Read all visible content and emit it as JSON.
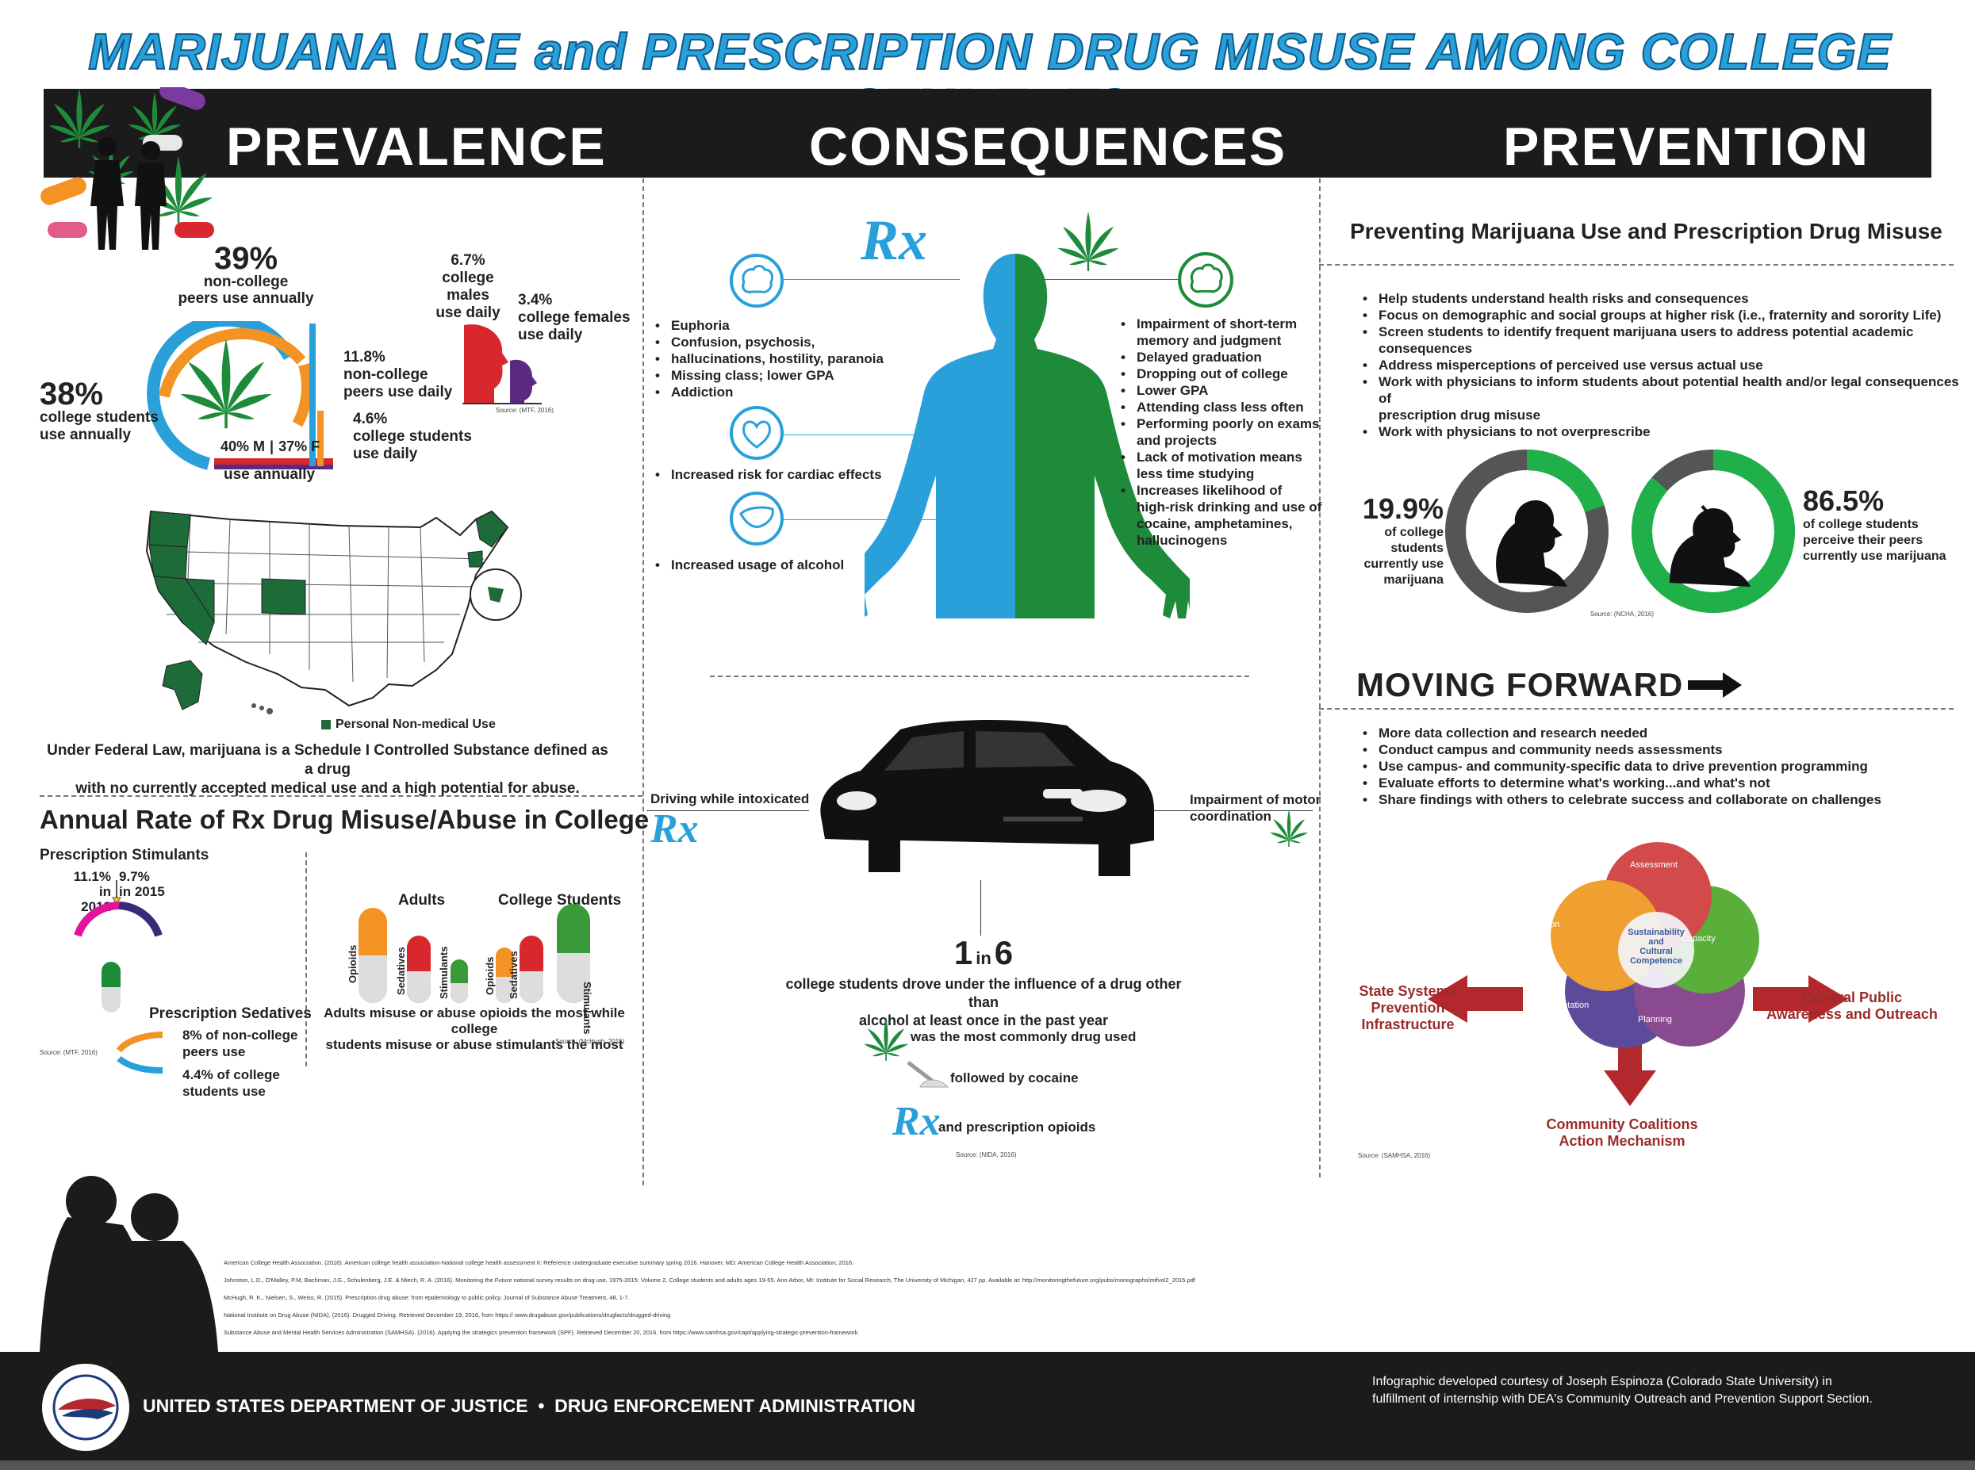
{
  "title": "MARIJUANA USE and PRESCRIPTION DRUG MISUSE AMONG COLLEGE STUDENTS",
  "colors": {
    "blue": "#2aa0db",
    "green": "#1e8b3a",
    "dark": "#1b1b1b",
    "red": "#d8282e",
    "orange": "#f39323",
    "purple": "#5a2a82",
    "darkred": "#9b2b2b"
  },
  "sections": {
    "prevalence": "PREVALENCE",
    "consequences": "CONSEQUENCES",
    "prevention": "PREVENTION"
  },
  "prevalence": {
    "noncollege_annual_pct": "39%",
    "noncollege_annual_text1": "non-college",
    "noncollege_annual_text2": "peers use annually",
    "college_annual_pct": "38%",
    "college_annual_text1": "college students",
    "college_annual_text2": "use annually",
    "males_daily_pct": "6.7%",
    "males_daily_text1": "college males",
    "males_daily_text2": "use daily",
    "females_daily_pct": "3.4%",
    "females_daily_text1": "college females",
    "females_daily_text2": "use daily",
    "noncollege_daily_pct": "11.8%",
    "noncollege_daily_text1": "non-college",
    "noncollege_daily_text2": "peers use daily",
    "college_daily_pct": "4.6%",
    "college_daily_text1": "college students",
    "college_daily_text2": "use daily",
    "male_annual": "40% M",
    "female_annual": "37% F",
    "use_annually": "use annually",
    "source": "Source: (MTF, 2016)",
    "map_legend": "Personal Non-medical Use",
    "federal_law_line1": "Under Federal Law, marijuana is a Schedule I Controlled Substance defined as a drug",
    "federal_law_line2": "with no currently accepted medical use and a high potential for abuse."
  },
  "rx_rate": {
    "heading": "Annual Rate of Rx Drug Misuse/Abuse in College",
    "stimulants_label": "Prescription Stimulants",
    "stim_2012_pct": "11.1%",
    "stim_2012_year": "in 2012",
    "stim_2015_pct": "9.7%",
    "stim_2015_year": "in 2015",
    "sedatives_label": "Prescription Sedatives",
    "sed_noncollege": "8% of non-college",
    "sed_noncollege2": "peers use",
    "sed_college": "4.4% of college",
    "sed_college2": "students use",
    "source_mtf": "Source: (MTF, 2016)",
    "adults": "Adults",
    "college_students": "College Students",
    "opioids": "Opioids",
    "sedatives": "Sedatives",
    "stimulants": "Stimulants",
    "note_line1": "Adults misuse or abuse opioids the most while college",
    "note_line2": "students misuse or abuse stimulants the most",
    "source_mchugh": "Source: (McHugh, 2015)"
  },
  "consequences": {
    "rx_symbol": "Rx",
    "rx_effects": [
      "Euphoria",
      "Confusion, psychosis,",
      "hallucinations, hostility, paranoia",
      "Missing class; lower GPA",
      "Addiction"
    ],
    "cardiac": "Increased risk for cardiac effects",
    "alcohol": "Increased usage of alcohol",
    "mj_effects": [
      "Impairment of short-term",
      "memory and judgment",
      "Delayed graduation",
      "Dropping out of college",
      "Lower GPA",
      "Attending class less often",
      "Performing poorly on exams",
      "and projects",
      "Lack of motivation means",
      "less time studying",
      "Increases likelihood of",
      "high-risk drinking and use of",
      "cocaine, amphetamines,",
      "hallucinogens"
    ],
    "driving": "Driving while intoxicated",
    "motor1": "Impairment of motor",
    "motor2": "coordination",
    "one": "1",
    "in": "in",
    "six": "6",
    "drove_line1": "college students drove under the influence of a drug other than",
    "drove_line2": "alcohol at least once in the past year",
    "most_common": "was the most commonly drug used",
    "cocaine": "followed by cocaine",
    "opioids": "and prescription opioids",
    "source": "Source: (NIDA, 2016)"
  },
  "prevention": {
    "heading": "Preventing Marijuana Use and Prescription Drug Misuse",
    "bullets": [
      "Help students understand health risks and consequences",
      "Focus on demographic and social groups at higher risk (i.e., fraternity and sorority Life)",
      "Screen students to identify frequent marijuana users to address potential academic",
      "consequences",
      "Address misperceptions of perceived use versus actual use",
      "Work with physicians to inform students about potential health and/or legal consequences of",
      "prescription drug misuse",
      "Work with physicians to not overprescribe"
    ],
    "actual_pct": "19.9%",
    "actual_text1": "of college students",
    "actual_text2": "currently use",
    "actual_text3": "marijuana",
    "perceived_pct": "86.5%",
    "perceived_text1": "of college students",
    "perceived_text2": "perceive their peers",
    "perceived_text3": "currently use marijuana",
    "actual_value": 19.9,
    "perceived_value": 86.5,
    "source": "Source: (NCHA, 2016)",
    "moving_forward": "MOVING FORWARD",
    "mf_bullets": [
      "More data collection and research needed",
      "Conduct campus and community needs assessments",
      "Use campus- and community-specific data to drive prevention programming",
      "Evaluate efforts to determine what's working...and what's not",
      "Share findings with others to celebrate success and collaborate on challenges"
    ],
    "spf": {
      "assessment": "Assessment",
      "capacity": "Capacity",
      "planning": "Planning",
      "implementation": "Implementation",
      "evaluation": "Evaluation",
      "center1": "Sustainability",
      "center2": "and",
      "center3": "Cultural",
      "center4": "Competence"
    },
    "state1": "State Systems",
    "state2": "Prevention",
    "state3": "Infrastructure",
    "public1": "General Public",
    "public2": "Awareness and Outreach",
    "community1": "Community Coalitions",
    "community2": "Action Mechanism",
    "source_samhsa": "Source: (SAMHSA, 2016)"
  },
  "references": [
    "American College Health Association. (2016). American college health association-National college health assessment II: Reference undergraduate executive summary spring 2016. Hanover, MD: American College Health Association; 2016.",
    "Johnston, L.D., O'Malley, P.M, Bachman, J.G., Schulenberg, J.E. & Miech, R. A. (2016). Monitoring the Future national survey results on drug use, 1975-2015: Volume 2, College students and adults ages 19-55. Ann Arbor, MI: Institute for Social Research, The University of Michigan, 427 pp. Available at: http://monitoringthefuture.org/pubs/monographs/mtfvol2_2015.pdf",
    "McHugh, R. K., Nielsen, S., Weiss, R. (2015). Prescription drug abuse: from epidemiology to public policy. Journal of Substance Abuse Treatment, 48, 1-7.",
    "National Institute on Drug Abuse (NIDA). (2016). Drugged Driving. Retrieved December 19, 2016, from https:// www.drugabuse.gov/publications/drugfacts/drugged-driving",
    "Substance Abuse and Mental Health Services Administration (SAMHSA). (2016). Applying the strategics prevention framework (SPF). Retrieved December 20, 2016, from https://www.samhsa.gov/capt/applying-strategic-prevention-framework"
  ],
  "footer": {
    "agency": "UNITED STATES DEPARTMENT OF JUSTICE  •  DRUG ENFORCEMENT ADMINISTRATION",
    "credit1": "Infographic developed courtesy of Joseph Espinoza (Colorado State University) in",
    "credit2": "fulfillment of internship with DEA's Community Outreach and Prevention Support Section."
  }
}
